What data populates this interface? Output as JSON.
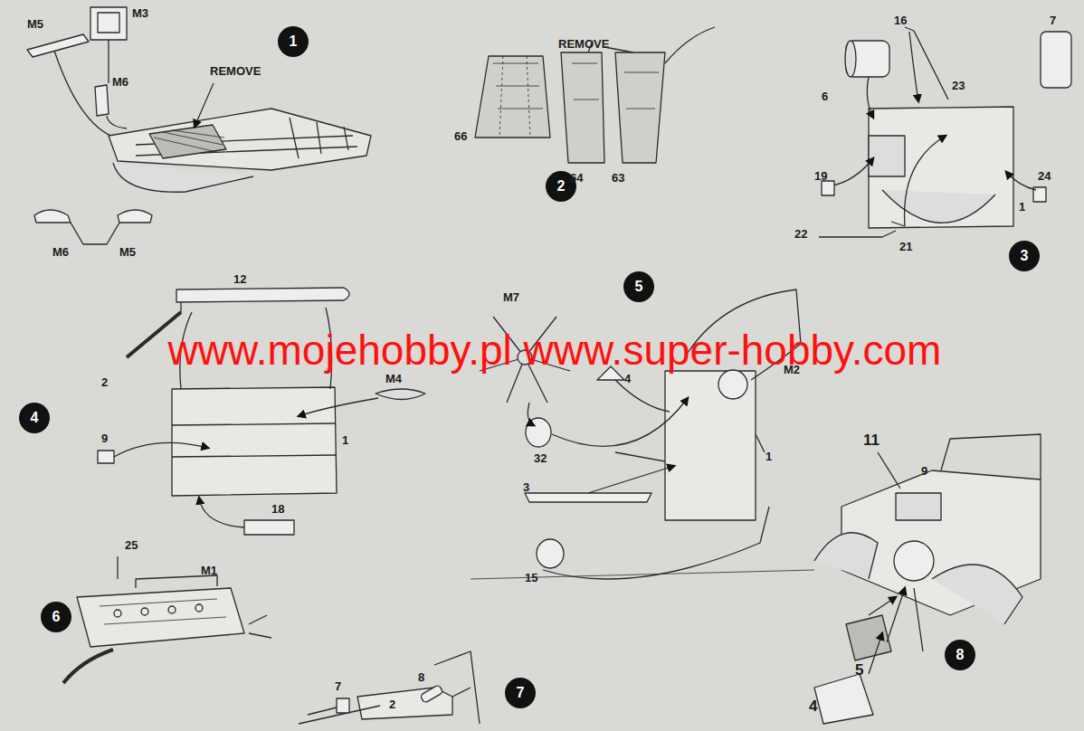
{
  "diagram": {
    "nodes": [
      {
        "text": [
          "1"
        ]
      },
      {
        "text": [
          "2"
        ]
      },
      {
        "text": [
          "3"
        ]
      },
      {
        "text": [
          "4"
        ]
      },
      {
        "text": [
          "5"
        ]
      },
      {
        "text": [
          "6"
        ]
      },
      {
        "text": [
          "7"
        ]
      },
      {
        "text": [
          "8"
        ]
      }
    ],
    "labels": [
      "M5",
      "M3",
      "REMOVE",
      "M6",
      "M6",
      "M5",
      "REMOVE",
      "66",
      "64",
      "63",
      "16",
      "7",
      "6",
      "23",
      "19",
      "24",
      "1",
      "22",
      "21",
      "12",
      "2",
      "M4",
      "9",
      "1",
      "18",
      "M7",
      "4",
      "M2",
      "32",
      "1",
      "3",
      "15",
      "25",
      "M1",
      "7",
      "8",
      "2",
      "11",
      "9",
      "5",
      "4",
      "www.mojehobby.pl www.super-hobby.com"
    ]
  }
}
